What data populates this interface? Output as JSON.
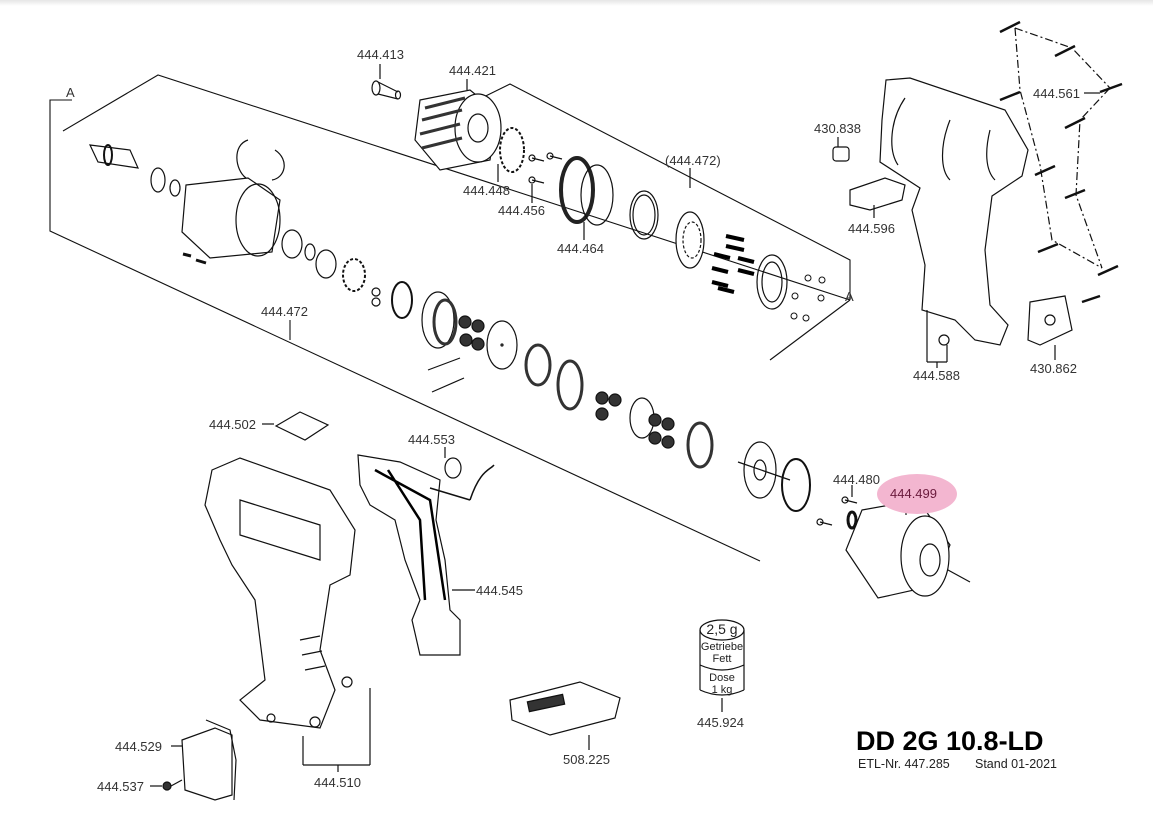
{
  "document": {
    "title": "DD 2G 10.8-LD",
    "etl_number": "ETL-Nr. 447.285",
    "revision": "Stand 01-2021"
  },
  "highlight": {
    "part": "444.499",
    "color": "#f3b6d0"
  },
  "section_markers": [
    "A",
    "A"
  ],
  "parts": [
    {
      "id": "444.413",
      "name": "pin"
    },
    {
      "id": "444.421",
      "name": "drill-chuck"
    },
    {
      "id": "444.448",
      "name": "lock-washer"
    },
    {
      "id": "444.456",
      "name": "screws"
    },
    {
      "id": "444.464",
      "name": "clutch-ring"
    },
    {
      "id": "(444.472)",
      "name": "gearbox-assembly-ref"
    },
    {
      "id": "444.472",
      "name": "gearbox-assembly"
    },
    {
      "id": "430.838",
      "name": "clip"
    },
    {
      "id": "444.596",
      "name": "switch-slider"
    },
    {
      "id": "444.561",
      "name": "housing-screws"
    },
    {
      "id": "444.588",
      "name": "nuts"
    },
    {
      "id": "430.862",
      "name": "battery-cover"
    },
    {
      "id": "444.502",
      "name": "selector"
    },
    {
      "id": "444.553",
      "name": "spacer"
    },
    {
      "id": "444.545",
      "name": "trigger-switch"
    },
    {
      "id": "444.480",
      "name": "motor-screws"
    },
    {
      "id": "444.499",
      "name": "motor"
    },
    {
      "id": "444.510",
      "name": "housing-set"
    },
    {
      "id": "444.529",
      "name": "belt-clip"
    },
    {
      "id": "444.537",
      "name": "belt-clip-screw"
    },
    {
      "id": "508.225",
      "name": "battery-cover-plate"
    },
    {
      "id": "445.924",
      "name": "grease-can"
    }
  ],
  "grease_can": {
    "amount": "2,5 g",
    "line1": "Getriebe",
    "line2": "Fett",
    "line3": "Dose",
    "line4": "1 kg"
  }
}
